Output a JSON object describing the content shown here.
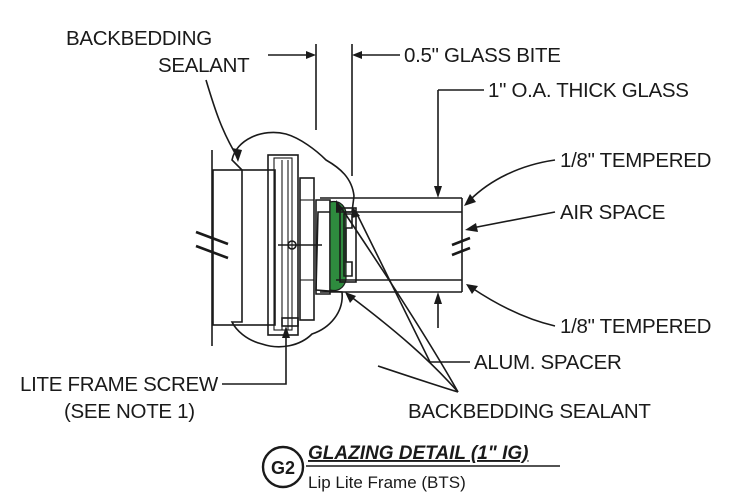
{
  "labels": {
    "backbedding_sealant_top_line1": "BACKBEDDING",
    "backbedding_sealant_top_line2": "SEALANT",
    "glass_bite": "0.5\" GLASS BITE",
    "oa_thick_glass": "1\" O.A. THICK GLASS",
    "tempered_top": "1/8\" TEMPERED",
    "air_space": "AIR SPACE",
    "tempered_bottom": "1/8\" TEMPERED",
    "alum_spacer": "ALUM. SPACER",
    "lite_frame_screw": "LITE FRAME SCREW",
    "see_note": "(SEE NOTE 1)",
    "backbedding_sealant_bottom": "BACKBEDDING SEALANT"
  },
  "title": {
    "badge": "G2",
    "main": "GLAZING DETAIL (1\" IG)",
    "subtitle": "Lip Lite Frame (BTS)"
  },
  "colors": {
    "ink": "#1a1a1a",
    "sealant": "#2e8b3e",
    "background": "#ffffff"
  }
}
